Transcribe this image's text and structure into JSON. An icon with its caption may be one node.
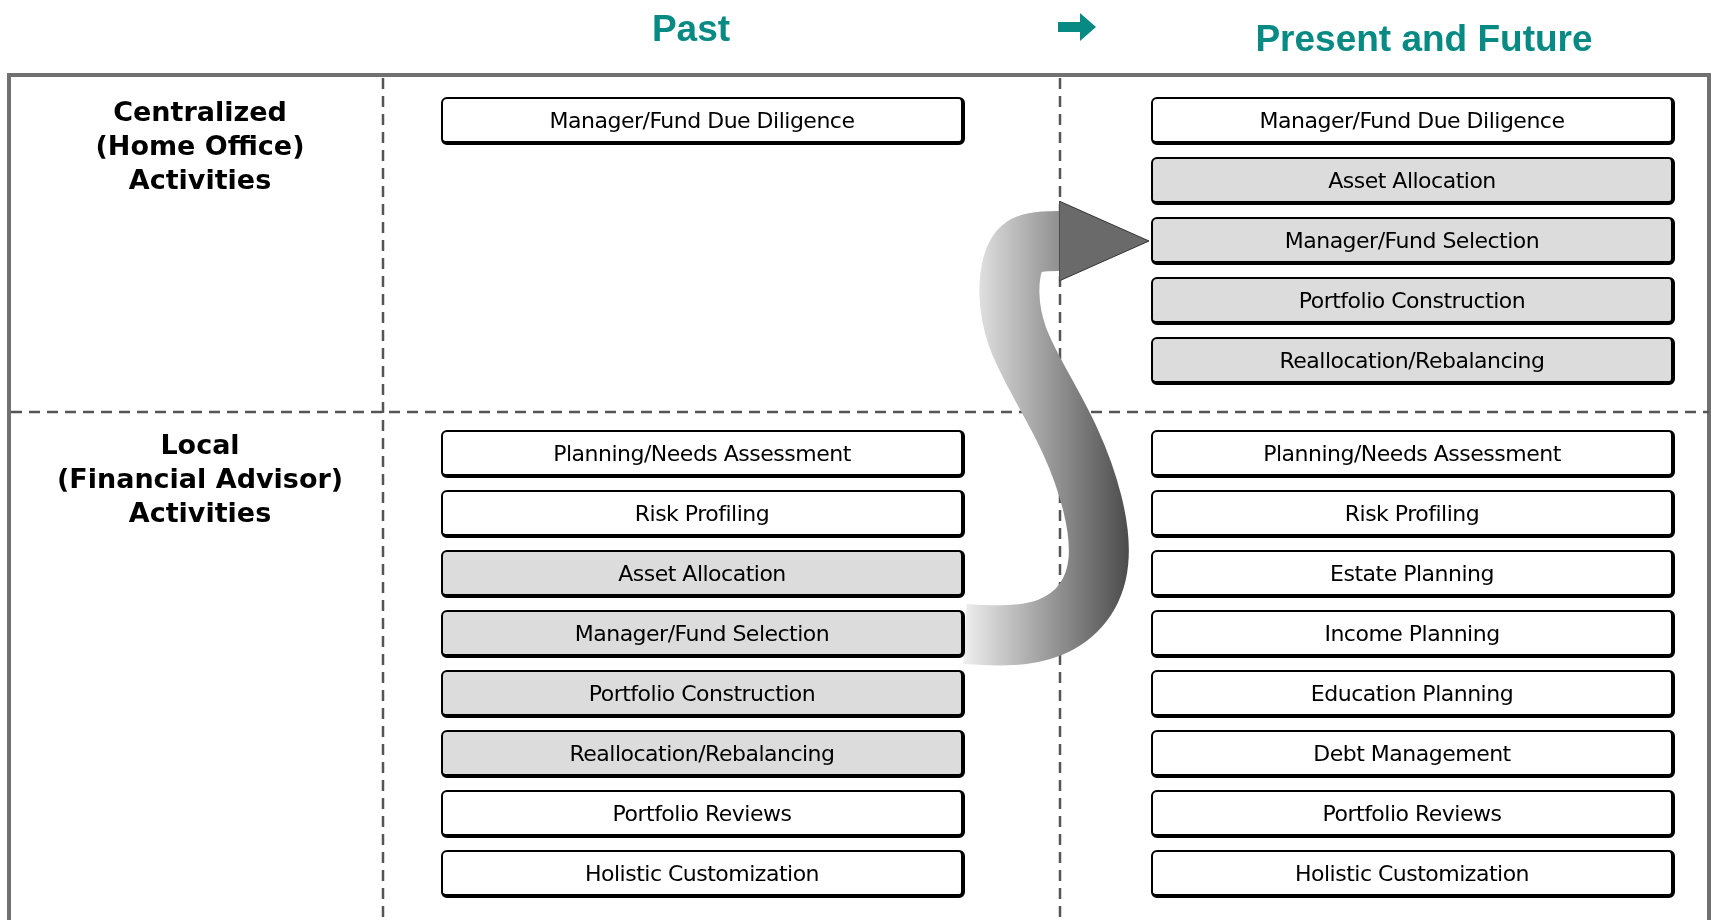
{
  "diagram": {
    "nodes": [
      {
        "text": [
          "Manager/Fund Due Diligence"
        ]
      },
      {
        "text": [
          "Planning/Needs Assessment"
        ]
      },
      {
        "text": [
          "Risk Profiling"
        ]
      },
      {
        "text": [
          "Asset Allocation"
        ]
      },
      {
        "text": [
          "Manager/Fund Selection"
        ]
      },
      {
        "text": [
          "Portfolio Construction"
        ]
      },
      {
        "text": [
          "Reallocation/Rebalancing"
        ]
      },
      {
        "text": [
          "Portfolio Reviews"
        ]
      },
      {
        "text": [
          "Holistic Customization"
        ]
      },
      {
        "text": [
          "Manager/Fund Due Diligence"
        ]
      },
      {
        "text": [
          "Asset Allocation"
        ]
      },
      {
        "text": [
          "Manager/Fund Selection"
        ]
      },
      {
        "text": [
          "Portfolio Construction"
        ]
      },
      {
        "text": [
          "Reallocation/Rebalancing"
        ]
      },
      {
        "text": [
          "Planning/Needs Assessment"
        ]
      },
      {
        "text": [
          "Risk Profiling"
        ]
      },
      {
        "text": [
          "Estate Planning"
        ]
      },
      {
        "text": [
          "Income Planning"
        ]
      },
      {
        "text": [
          "Education Planning"
        ]
      },
      {
        "text": [
          "Debt Management"
        ]
      },
      {
        "text": [
          "Portfolio Reviews"
        ]
      },
      {
        "text": [
          "Holistic Customization"
        ]
      }
    ],
    "edges": [
      {
        "from": 4,
        "to": 11,
        "arrow": "to",
        "style": "thick"
      }
    ],
    "labels": [
      "Past",
      "Present and Future",
      "Centralized (Home Office) Activities",
      "Local (Financial Advisor) Activities"
    ]
  }
}
